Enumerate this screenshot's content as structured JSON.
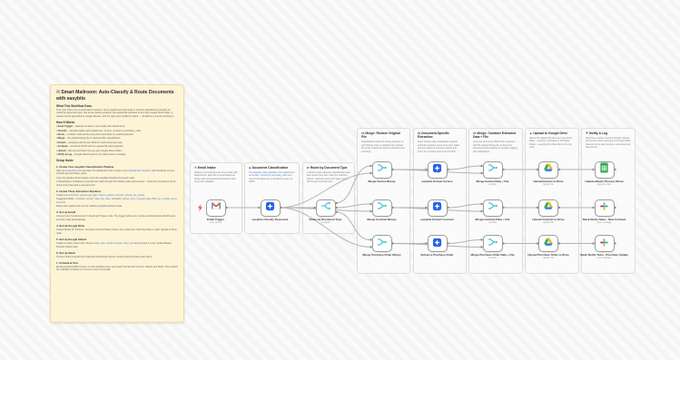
{
  "colors": {
    "easybits_blue": "#2563eb",
    "flow_blue": "#4ec0e0",
    "gmail_red": "#EA4335",
    "drive_blue": "#4285F4",
    "drive_green": "#34A853",
    "drive_yellow": "#FBBC04",
    "sheets_green": "#34A853",
    "slack_red": "#E01E5A",
    "slack_cyan": "#36C5F0",
    "slack_green": "#2EB67D",
    "slack_yellow": "#ECB22E",
    "edge_gray": "#b3b3b3",
    "sticky_yellow": "#fdf3d7",
    "link_blue": "#4a7fd6",
    "trigger_bolt": "#f45b4d"
  },
  "main_sticky": {
    "icon": "✉",
    "title": "Smart Mailroom: Auto-Classify & Route Documents with easybits",
    "sections": [
      {
        "heading": "What This Workflow Does",
        "lines": [
          "Turn your inbox into an automated mailroom. Every attachment that lands in Gmail is classified by easybits AI, routed by document type, has its key fields extracted, the original file archived to the right Google Drive folder, a master record appended to Google Sheets, and the right team notified in Slack — all without a human touching it."
        ]
      },
      {
        "heading": "How It Works",
        "bullets": true,
        "lines": [
          "Email Trigger – watches Gmail for new emails with attachments",
          "Classify – easybits labels each attachment: invoice, contract or purchase_order",
          "Route – a Switch node sends every document down its matching branch",
          "Merge – the original binary file is restored after classification",
          "Extract – easybits pulls the key fields for each document type",
          "Combine – extracted JSON and the original file travel together",
          "Upload – files are archived into per-type Google Drive folders",
          "Notify & Log – Google Sheets gets a row, Slack gets a message"
        ]
      },
      {
        "heading": "Setup Guide",
        "lines": []
      },
      {
        "heading": "1. Create Your easybits Classification Pipeline",
        "sub": true,
        "lines": [
          [
            "Sign up at ",
            {
              "link": "easybits.tech"
            },
            " and open the dashboard, then create a new ",
            {
              "link": "Classification pipeline"
            },
            " with the labels invoice, contract and purchase_order."
          ],
          "Copy the pipeline ID and paste it into the easybits Classify Document node.",
          "If classification confidence is low the item falls through the Switch node unprocessed – check the executions list for documents that need a manual touch."
        ]
      },
      {
        "heading": "2. Create Three Extraction Pipelines",
        "sub": true,
        "lines": [
          [
            "Create one ",
            {
              "link": "Extraction pipeline"
            },
            " per type: ",
            {
              "link": "invoice_extract, contract_extract, po_extract"
            },
            "."
          ],
          [
            "Suggested fields – invoices: ",
            {
              "link": "vendor, total, due_date"
            },
            "; contracts: ",
            {
              "link": "parties, term, renewal_date"
            },
            "; POs: ",
            {
              "link": "po_number, items, amounts"
            },
            "."
          ],
          "Paste each pipeline ID into the matching easybits Extract node."
        ]
      },
      {
        "heading": "3. Set Up Gmail",
        "sub": true,
        "lines": [
          "Connect your Gmail account in the Email Trigger node. The trigger polls every minute and downloads attachments as binary data automatically."
        ]
      },
      {
        "heading": "4. Set Up Google Drive",
        "sub": true,
        "lines": [
          "Create folders for Invoices, Contracts and Purchase Orders, then select the matching folder in each Upload to Drive node."
        ]
      },
      {
        "heading": "5. Set Up Google Sheets",
        "sub": true,
        "lines": [
          [
            "Create a master sheet with columns ",
            {
              "link": "date, type, vendor, amount, drive_link"
            },
            " and connect it in the Update Master Process Sheet node."
          ]
        ]
      },
      {
        "heading": "6. Set Up Slack",
        "sub": true,
        "lines": [
          "Connect Slack and pick the channels that should receive contract and purchase-order alerts."
        ]
      },
      {
        "heading": "7. Activate & Test",
        "sub": true,
        "lines": [
          "Email yourself a PDF invoice, run the workflow once, and watch the file land in Drive, Sheets and Slack. Then switch the workflow to Active so it runs on every new email."
        ]
      }
    ]
  },
  "groups": [
    {
      "slug": "email-intake",
      "icon": "✉",
      "title": "Email Intake",
      "body": [
        "Watches a Gmail inbox for new emails with attachments. Each file is downloaded as binary data and passed downstream with the email metadata."
      ]
    },
    {
      "slug": "document-classification",
      "icon": "◈",
      "title": "Document Classification",
      "body": [
        [
          "The ",
          {
            "link": "easybits"
          },
          " node classifies each attachment as ",
          {
            "link": "invoice, contract or purchase_order"
          },
          " and returns the label plus a confidence score as JSON."
        ]
      ]
    },
    {
      "slug": "route-by-document-type",
      "icon": "⇄",
      "title": "Route by Document Type",
      "body": [
        [
          "A ",
          {
            "link": "Switch"
          },
          " node reads the classification label and sends every item down its matching branch. Unknown document types simply fall through and stop here."
        ]
      ]
    },
    {
      "slug": "merge-restore-original-file",
      "icon": "⋈",
      "title": "Merge: Restore Original File",
      "body": [
        "Classification strips the binary payload, so each Merge node re-attaches the original file to the routed item before extraction and archiving."
      ]
    },
    {
      "slug": "document-specific-extraction",
      "icon": "▤",
      "title": "Document-Specific Extraction",
      "body": [
        "Every branch calls a dedicated easybits extraction pipeline tuned to its type: totals and due dates for invoices, parties and terms for contracts, line items for POs."
      ]
    },
    {
      "slug": "merge-combine-extracted-data-file",
      "icon": "⋈",
      "title": "Merge: Combine Extracted Data + File",
      "body": [
        "Joins the structured JSON from extraction with the original binary file so data and document travel together to storage, logging and notifications."
      ]
    },
    {
      "slug": "upload-to-google-drive",
      "icon": "▲",
      "title": "Upload to Google Drive",
      "body": [
        "Saves the original file into a per-type Drive folder – Invoices, Contracts or Purchase Orders – keeping the share link for the log entry."
      ]
    },
    {
      "slug": "notify-and-log",
      "icon": "⚑",
      "title": "Notify & Log",
      "body": [
        "Appends a master record to Google Sheets and posts a short summary to the right Slack channel so the team knows a new document has arrived."
      ]
    }
  ],
  "nodes": [
    {
      "id": "trigger",
      "label": "Email Trigger",
      "caption": "every minute",
      "icon": "gmail"
    },
    {
      "id": "classify",
      "label": "easybits Classify Document",
      "caption": "",
      "icon": "easybits"
    },
    {
      "id": "route",
      "label": "Route by Document Type",
      "caption": "3 outputs",
      "icon": "switch"
    },
    {
      "id": "m1",
      "label": "Merge Invoice Binary",
      "caption": "",
      "icon": "merge"
    },
    {
      "id": "m2",
      "label": "Merge Contract Binary",
      "caption": "",
      "icon": "merge"
    },
    {
      "id": "m3",
      "label": "Merge Purchase Order Binary",
      "caption": "",
      "icon": "merge"
    },
    {
      "id": "e1",
      "label": "easybits Extract Invoice",
      "caption": "",
      "icon": "easybits"
    },
    {
      "id": "e2",
      "label": "easybits Extract Contract",
      "caption": "",
      "icon": "easybits"
    },
    {
      "id": "e3",
      "label": "Extract a Purchase Order",
      "caption": "",
      "icon": "easybits"
    },
    {
      "id": "d1",
      "label": "Merge Invoice Data + File",
      "caption": "combine",
      "icon": "merge"
    },
    {
      "id": "d2",
      "label": "Merge Contract Data + File",
      "caption": "combine",
      "icon": "merge"
    },
    {
      "id": "d3",
      "label": "Merge Purchase Order Data + File",
      "caption": "combine",
      "icon": "merge"
    },
    {
      "id": "u1",
      "label": "Upload Invoice to Drive",
      "caption": "upload: file",
      "icon": "gdrive"
    },
    {
      "id": "u2",
      "label": "Upload Contract to Drive",
      "caption": "upload: file",
      "icon": "gdrive"
    },
    {
      "id": "u3",
      "label": "Upload Purchase Order to Drive",
      "caption": "upload: file",
      "icon": "gdrive"
    },
    {
      "id": "n1",
      "label": "Update Master Process Sheet",
      "caption": "append: sheet",
      "icon": "gsheets"
    },
    {
      "id": "n2",
      "label": "Slack Notify Sales - New Contract",
      "caption": "post: message",
      "icon": "slack"
    },
    {
      "id": "n3",
      "label": "Slack Notify Team - Purchase Update",
      "caption": "post: message",
      "icon": "slack"
    }
  ]
}
